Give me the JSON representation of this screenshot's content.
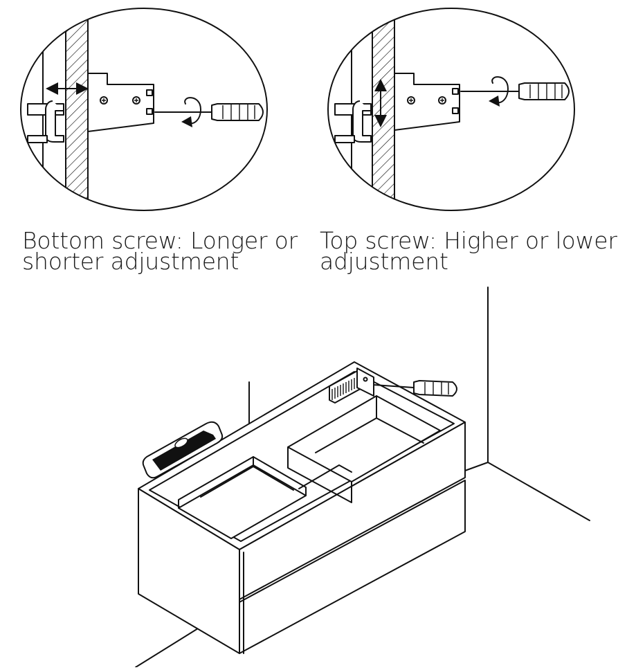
{
  "captions": {
    "bottom_screw": [
      "Bottom screw: Longer or",
      "shorter adjustment"
    ],
    "top_screw": [
      "Top screw: Higher or lower",
      "adjustment"
    ]
  },
  "icons": {
    "left_detail": "bracket-detail-horizontal-adjust",
    "right_detail": "bracket-detail-vertical-adjust",
    "screwdriver": "screwdriver-icon",
    "rotate": "rotate-arrow-icon",
    "level": "spirit-level-icon",
    "cabinet": "vanity-cabinet-illustration"
  }
}
